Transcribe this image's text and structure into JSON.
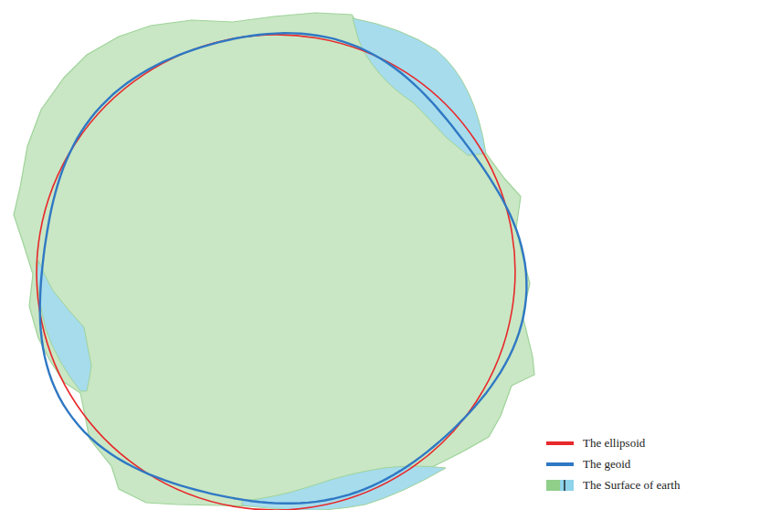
{
  "diagram": {
    "legend": [
      {
        "text": "The ellipsoid"
      },
      {
        "text": "The geoid"
      },
      {
        "text": "The Surface of earth"
      }
    ]
  }
}
